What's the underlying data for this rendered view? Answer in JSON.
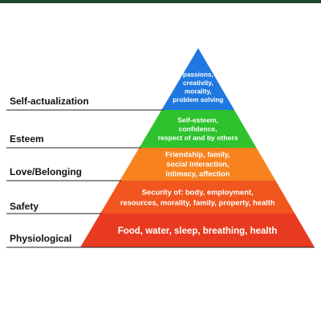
{
  "diagram": {
    "levels": [
      {
        "label": "Self-actualization",
        "lines": [
          "passions,",
          "creativity,",
          "morality,",
          "problem solving"
        ],
        "color": "#1f78e0"
      },
      {
        "label": "Esteem",
        "lines": [
          "Self-esteem,",
          "confidence,",
          "respect of and by others"
        ],
        "color": "#2ec22e"
      },
      {
        "label": "Love/Belonging",
        "lines": [
          "Friendship, family,",
          "social interaction,",
          "intimacy, affection"
        ],
        "color": "#f7821e"
      },
      {
        "label": "Safety",
        "lines": [
          "Security of: body, employment,",
          "resources, morality, family, property, health"
        ],
        "color": "#f0561e"
      },
      {
        "label": "Physiological",
        "lines": [
          "Food, water, sleep, breathing, health"
        ],
        "color": "#e83a20"
      }
    ],
    "line_color": "#222222"
  }
}
